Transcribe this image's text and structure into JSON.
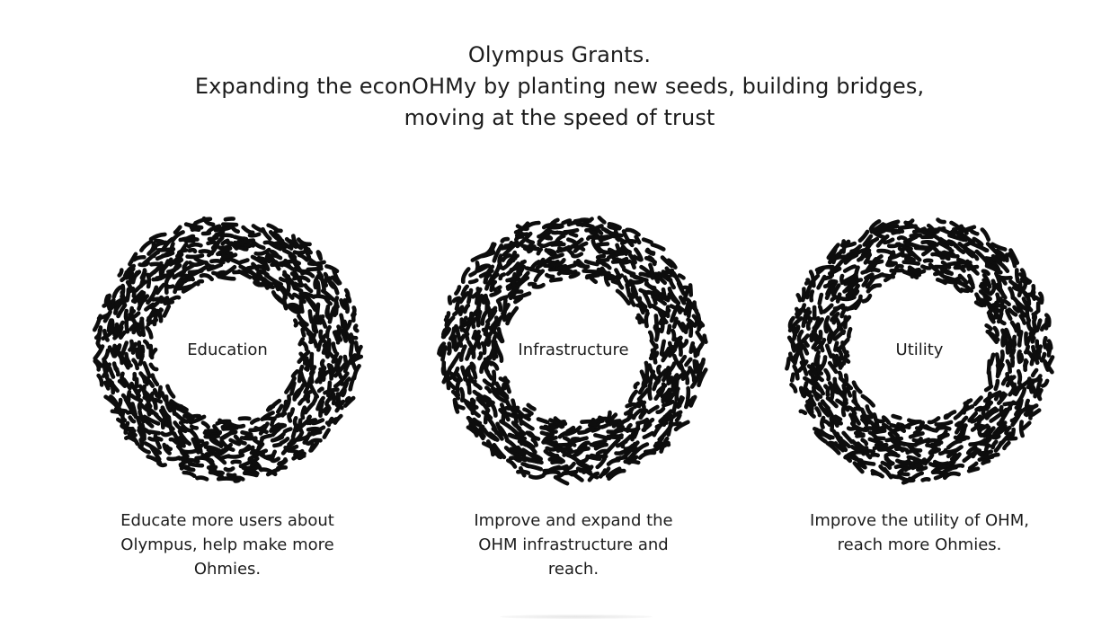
{
  "hero": {
    "lines": [
      "Olympus Grants.",
      "Expanding the econOHMy by planting new seeds, building bridges,",
      "moving at the speed of trust"
    ]
  },
  "grants": [
    {
      "label": "Education",
      "description": [
        "Educate more users about",
        "Olympus, help make more",
        "Ohmies."
      ],
      "icon": "coral-ring-icon"
    },
    {
      "label": "Infrastructure",
      "description": [
        "Improve and expand the",
        "OHM infrastructure and",
        "reach."
      ],
      "icon": "coral-ring-icon"
    },
    {
      "label": "Utility",
      "description": [
        "Improve the utility of OHM,",
        "reach more Ohmies."
      ],
      "icon": "coral-ring-icon"
    }
  ],
  "colors": {
    "pattern": "#0d0d0d",
    "text": "#1c1c1c",
    "background": "#ffffff"
  }
}
